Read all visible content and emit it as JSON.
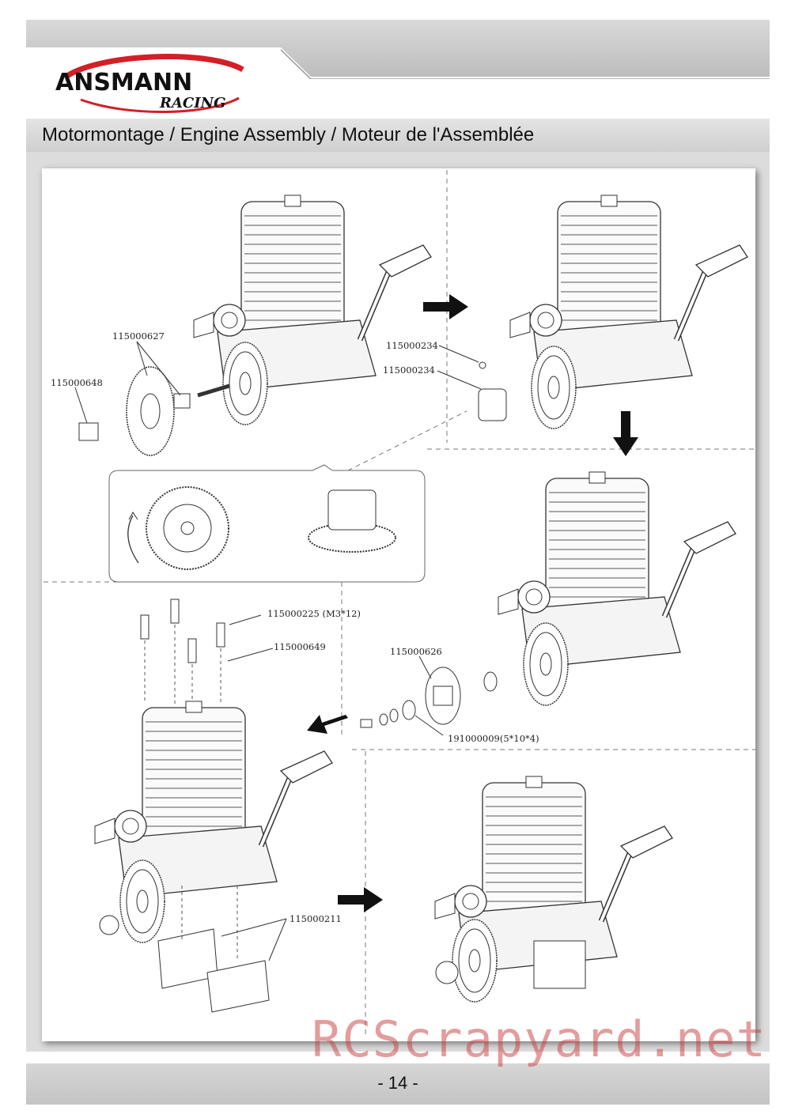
{
  "brand": {
    "name_main": "ANSMANN",
    "name_sub": "RACING",
    "brand_red": "#d41f26"
  },
  "section": {
    "title": "Motormontage / Engine Assembly / Moteur de l'Assemblée"
  },
  "parts": {
    "p1": "115000627",
    "p2": "115000648",
    "p3": "115000234",
    "p4": "115000234",
    "p5": "115000225 (M3*12)",
    "p6": "115000649",
    "p7": "115000626",
    "p8": "191000009(5*10*4)",
    "p9": "115000211"
  },
  "footer": {
    "page_number": "- 14 -"
  },
  "watermark": {
    "text": "RCScrapyard.net"
  }
}
